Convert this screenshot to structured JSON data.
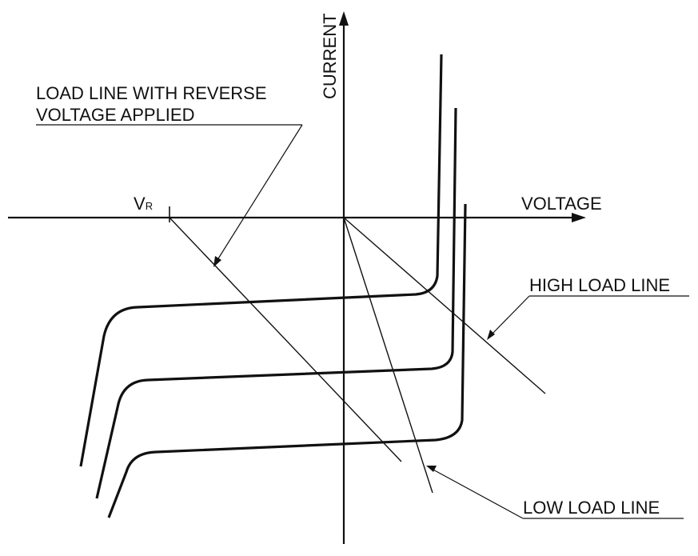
{
  "axes": {
    "x_label": "VOLTAGE",
    "y_label": "CURRENT"
  },
  "labels": {
    "reverse_load_line_line1": "LOAD LINE WITH REVERSE",
    "reverse_load_line_line2": "VOLTAGE APPLIED",
    "vr_main": "V",
    "vr_sub": "R",
    "high_load_line": "HIGH LOAD LINE",
    "low_load_line": "LOW LOAD LINE"
  },
  "colors": {
    "line": "#111111",
    "background": "#ffffff"
  }
}
